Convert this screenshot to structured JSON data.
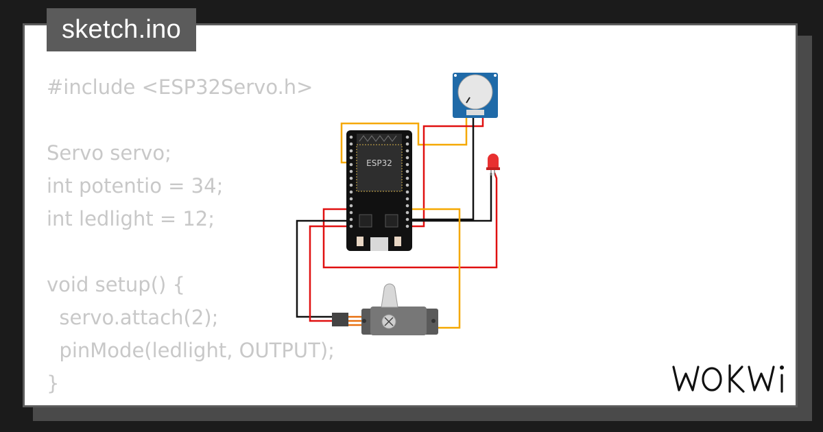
{
  "file_tab": {
    "label": "sketch.ino"
  },
  "code": {
    "lines": [
      "#include <ESP32Servo.h>",
      "",
      "Servo servo;",
      "int potentio = 34;",
      "int ledlight = 12;",
      "",
      "void setup() {",
      "  servo.attach(2);",
      "  pinMode(ledlight, OUTPUT);",
      "}"
    ]
  },
  "board": {
    "chip_label": "ESP32"
  },
  "brand": {
    "logo": "wokwi-logo"
  },
  "colors": {
    "wire_red": "#e01010",
    "wire_orange": "#f5a800",
    "wire_black": "#111111",
    "board": "#111111",
    "chip": "#2a2a2a",
    "pot_board": "#1f6aa8",
    "servo_body": "#555555",
    "led": "#e83030"
  }
}
